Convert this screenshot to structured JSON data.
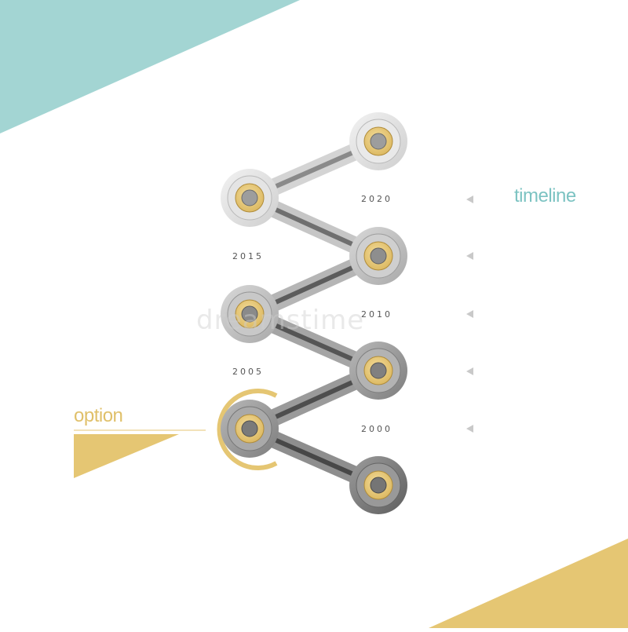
{
  "title": "timeline",
  "option_label": "option",
  "watermark": "dreamstime",
  "years": [
    {
      "label": "2020"
    },
    {
      "label": "2015"
    },
    {
      "label": "2010"
    },
    {
      "label": "2005"
    },
    {
      "label": "2000"
    }
  ],
  "colors": {
    "teal": "#a3d5d3",
    "gold": "#e5c673",
    "gold_dark": "#c9a24a",
    "title_color": "#7cc3c2",
    "option_color": "#e0c06a",
    "grey_light": "#dedede",
    "grey_dark": "#6e6e6e"
  }
}
